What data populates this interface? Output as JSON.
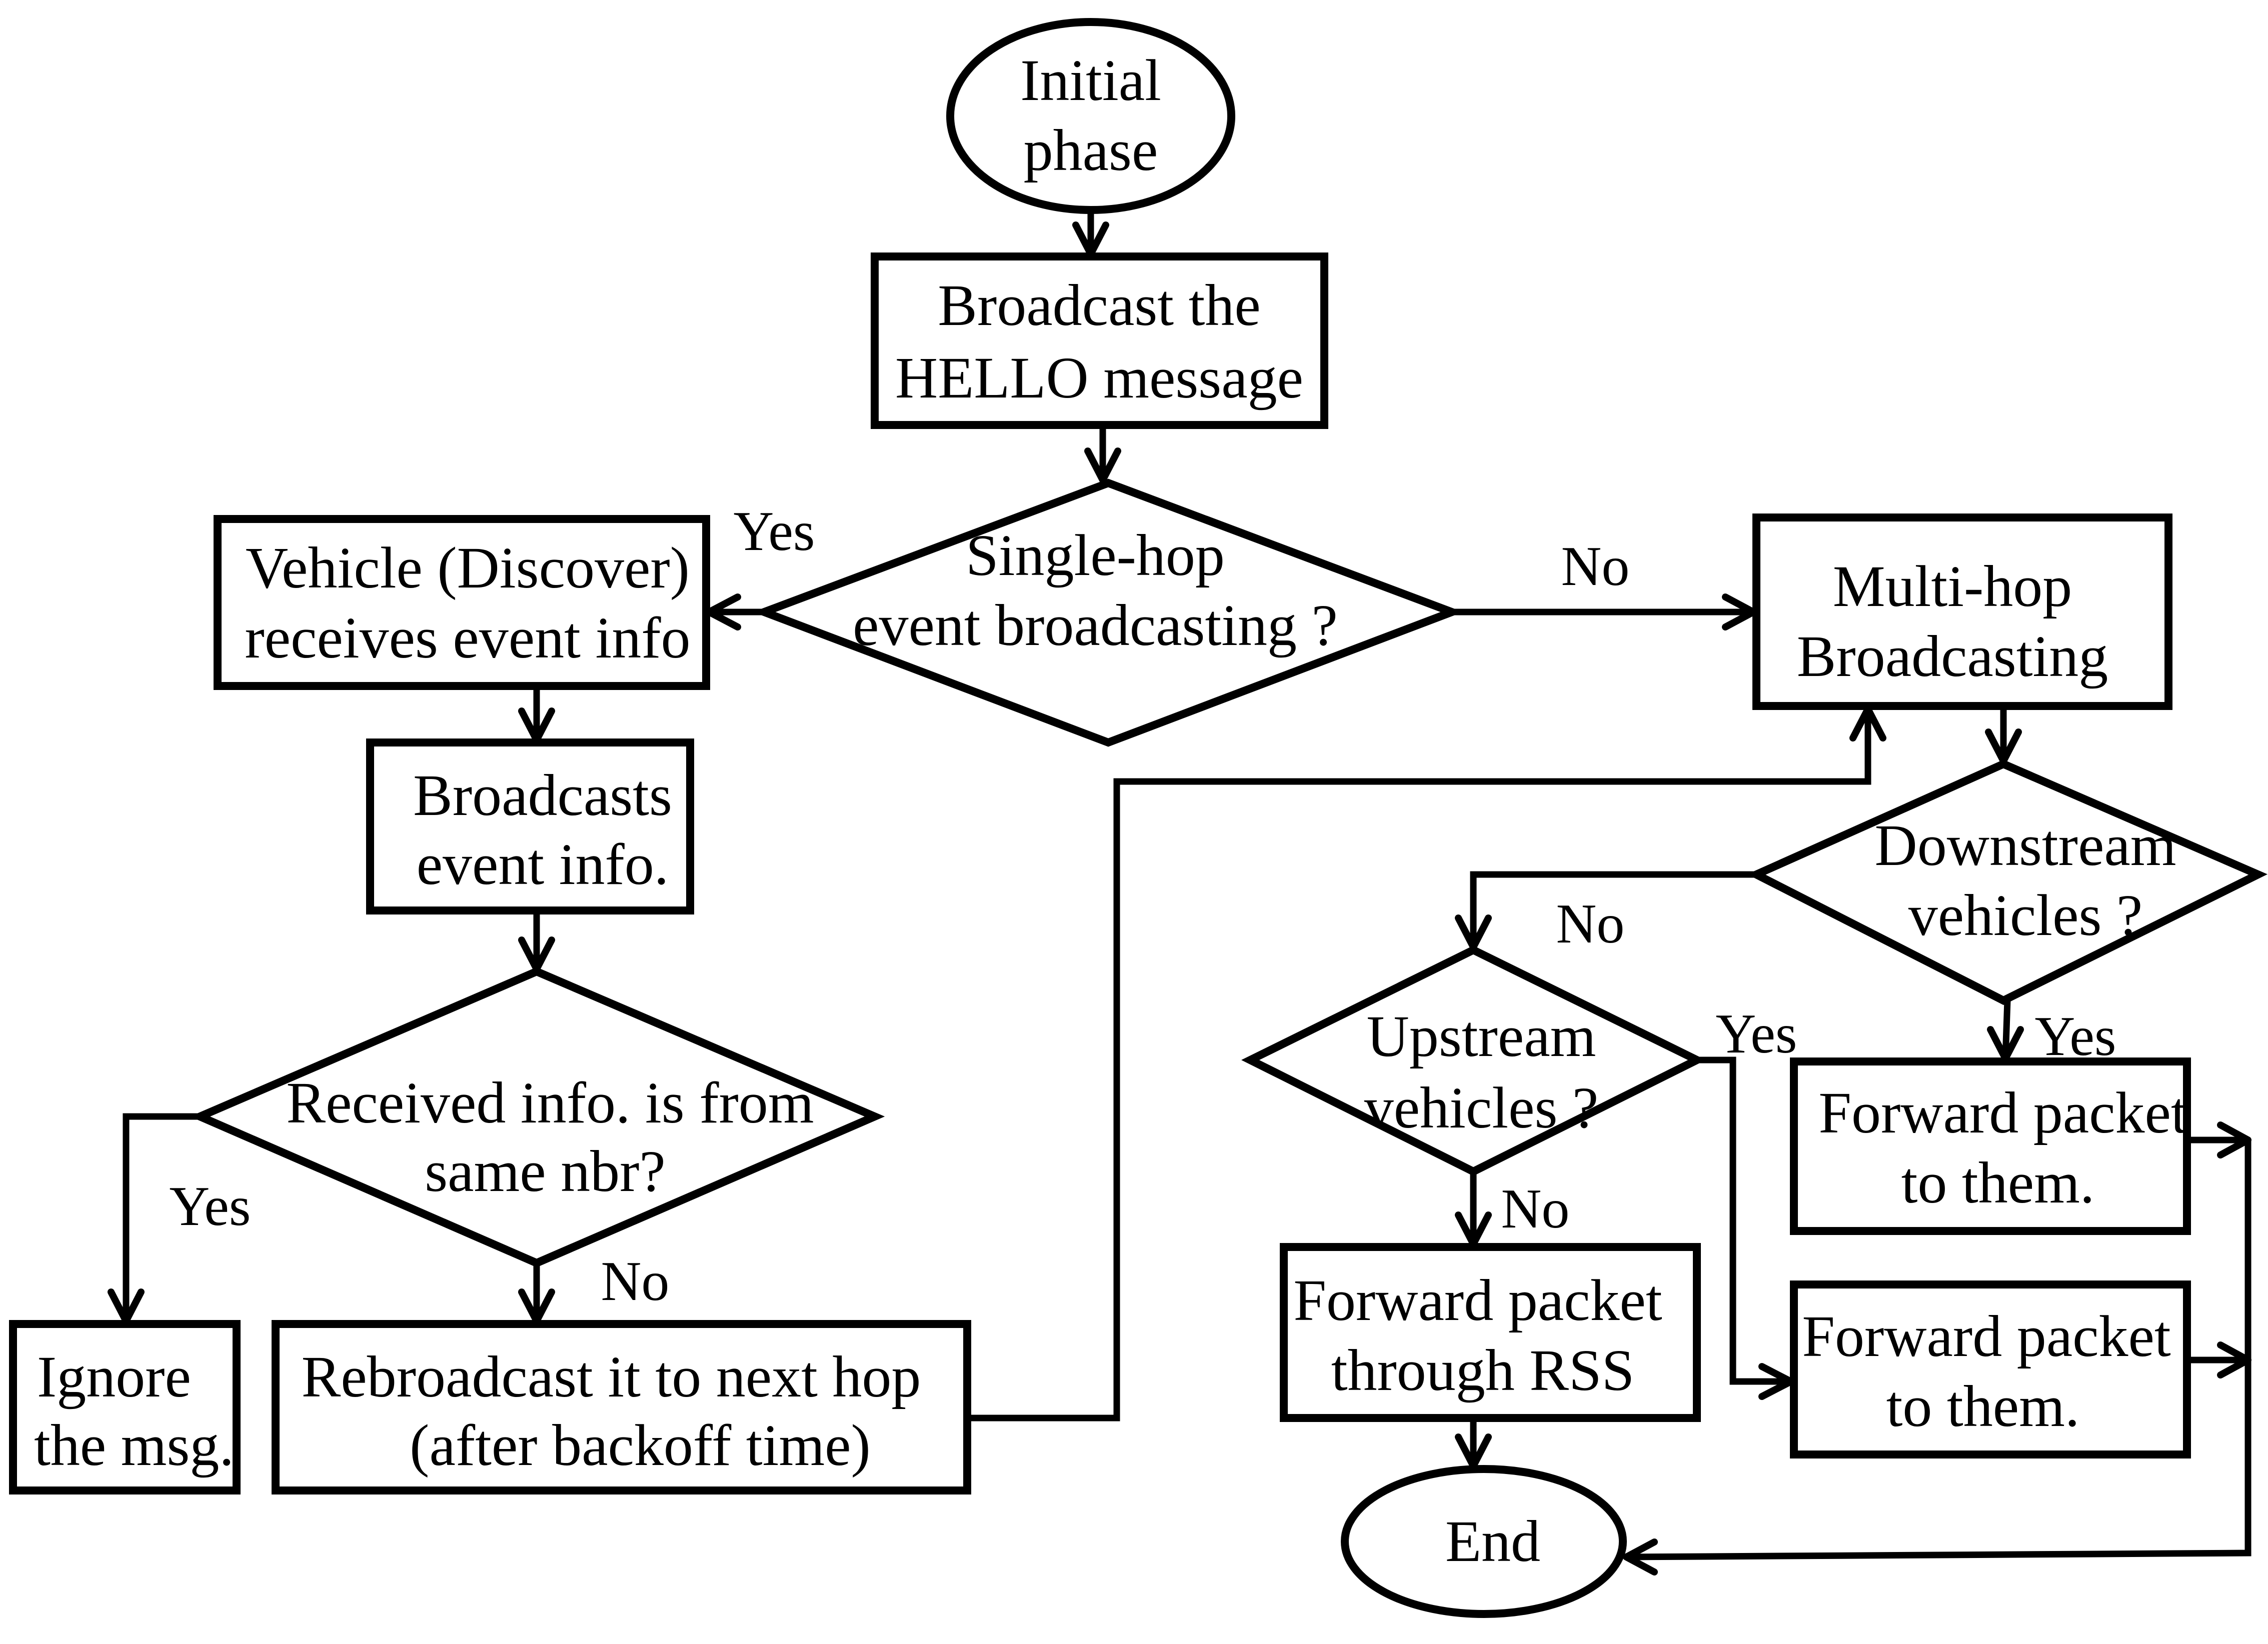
{
  "diagram": {
    "type": "flowchart",
    "nodes": {
      "start": {
        "shape": "ellipse",
        "lines": [
          "Initial",
          "phase"
        ]
      },
      "hello": {
        "shape": "rect",
        "lines": [
          "Broadcast the",
          "HELLO message"
        ]
      },
      "single_hop": {
        "shape": "diamond",
        "lines": [
          "Single-hop",
          "event broadcasting ?"
        ]
      },
      "vehicle": {
        "shape": "rect",
        "lines": [
          "Vehicle (Discover)",
          "receives event info"
        ]
      },
      "broadcasts": {
        "shape": "rect",
        "lines": [
          "Broadcasts",
          "event info."
        ]
      },
      "same_nbr": {
        "shape": "diamond",
        "lines": [
          "Received info. is from",
          "same nbr?"
        ]
      },
      "ignore": {
        "shape": "rect",
        "lines": [
          "Ignore",
          "the msg."
        ]
      },
      "rebroadcast": {
        "shape": "rect",
        "lines": [
          "Rebroadcast it to next hop",
          "(after backoff time)"
        ]
      },
      "multi_hop": {
        "shape": "rect",
        "lines": [
          "Multi-hop",
          "Broadcasting"
        ]
      },
      "downstream": {
        "shape": "diamond",
        "lines": [
          "Downstream",
          "vehicles ?"
        ]
      },
      "upstream": {
        "shape": "diamond",
        "lines": [
          "Upstream",
          "vehicles ?"
        ]
      },
      "forward_rss": {
        "shape": "rect",
        "lines": [
          "Forward packet",
          "through RSS"
        ]
      },
      "forward_down": {
        "shape": "rect",
        "lines": [
          "Forward packet",
          "to them."
        ]
      },
      "forward_up": {
        "shape": "rect",
        "lines": [
          "Forward packet",
          "to them."
        ]
      },
      "end": {
        "shape": "ellipse",
        "lines": [
          "End"
        ]
      }
    },
    "edge_labels": {
      "single_hop_yes": "Yes",
      "single_hop_no": "No",
      "same_nbr_yes": "Yes",
      "same_nbr_no": "No",
      "downstream_no": "No",
      "downstream_yes": "Yes",
      "upstream_yes": "Yes",
      "upstream_no": "No"
    },
    "edges": [
      {
        "from": "start",
        "to": "hello"
      },
      {
        "from": "hello",
        "to": "single_hop"
      },
      {
        "from": "single_hop",
        "to": "vehicle",
        "label": "Yes"
      },
      {
        "from": "single_hop",
        "to": "multi_hop",
        "label": "No"
      },
      {
        "from": "vehicle",
        "to": "broadcasts"
      },
      {
        "from": "broadcasts",
        "to": "same_nbr"
      },
      {
        "from": "same_nbr",
        "to": "ignore",
        "label": "Yes"
      },
      {
        "from": "same_nbr",
        "to": "rebroadcast",
        "label": "No"
      },
      {
        "from": "rebroadcast",
        "to": "multi_hop"
      },
      {
        "from": "multi_hop",
        "to": "downstream"
      },
      {
        "from": "downstream",
        "to": "upstream",
        "label": "No"
      },
      {
        "from": "downstream",
        "to": "forward_down",
        "label": "Yes"
      },
      {
        "from": "upstream",
        "to": "forward_up",
        "label": "Yes"
      },
      {
        "from": "upstream",
        "to": "forward_rss",
        "label": "No"
      },
      {
        "from": "forward_rss",
        "to": "end"
      },
      {
        "from": "forward_down",
        "to": "end"
      },
      {
        "from": "forward_up",
        "to": "end"
      }
    ]
  }
}
